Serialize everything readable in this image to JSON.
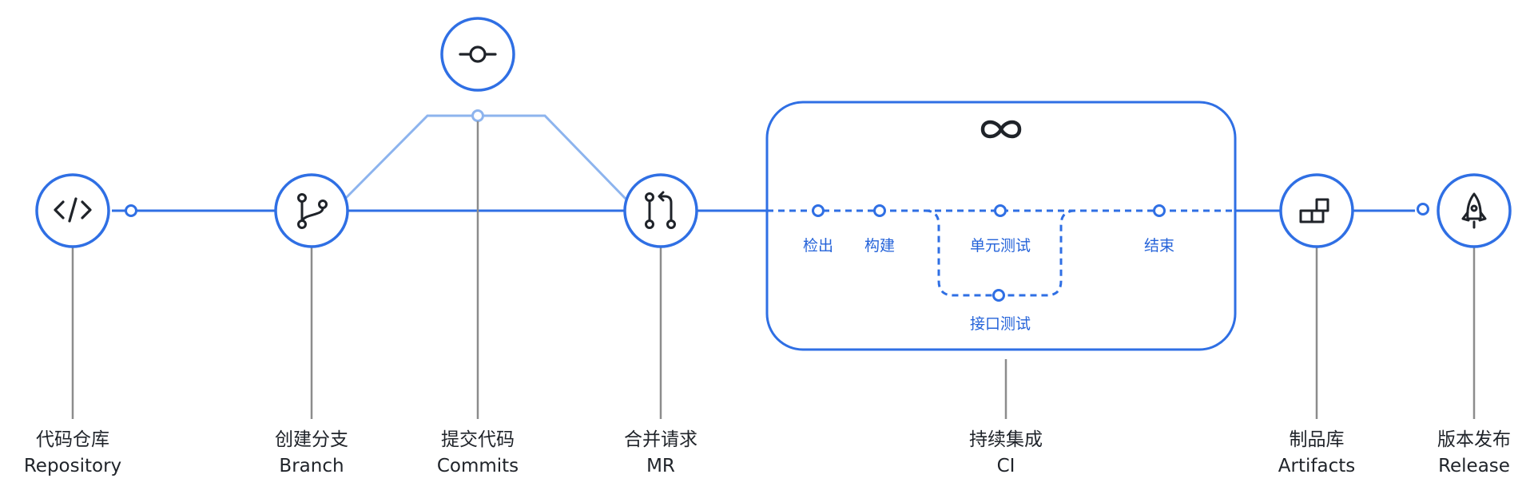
{
  "colors": {
    "primary": "#2f6fe4",
    "light": "#8db4ee",
    "connector": "#8c8c8c",
    "icon": "#1f2329",
    "text": "#1f2329",
    "step_text": "#2563d9"
  },
  "stages": [
    {
      "id": "repository",
      "icon": "code-icon",
      "zh": "代码仓库",
      "en": "Repository"
    },
    {
      "id": "branch",
      "icon": "git-branch-icon",
      "zh": "创建分支",
      "en": "Branch"
    },
    {
      "id": "commits",
      "icon": "git-commit-icon",
      "zh": "提交代码",
      "en": "Commits"
    },
    {
      "id": "mr",
      "icon": "merge-request-icon",
      "zh": "合并请求",
      "en": "MR"
    },
    {
      "id": "ci",
      "icon": "infinity-icon",
      "zh": "持续集成",
      "en": "CI"
    },
    {
      "id": "artifacts",
      "icon": "blocks-icon",
      "zh": "制品库",
      "en": "Artifacts"
    },
    {
      "id": "release",
      "icon": "rocket-icon",
      "zh": "版本发布",
      "en": "Release"
    }
  ],
  "ci_steps": {
    "checkout": "检出",
    "build": "构建",
    "unit_test": "单元测试",
    "api_test": "接口测试",
    "end": "结束"
  }
}
